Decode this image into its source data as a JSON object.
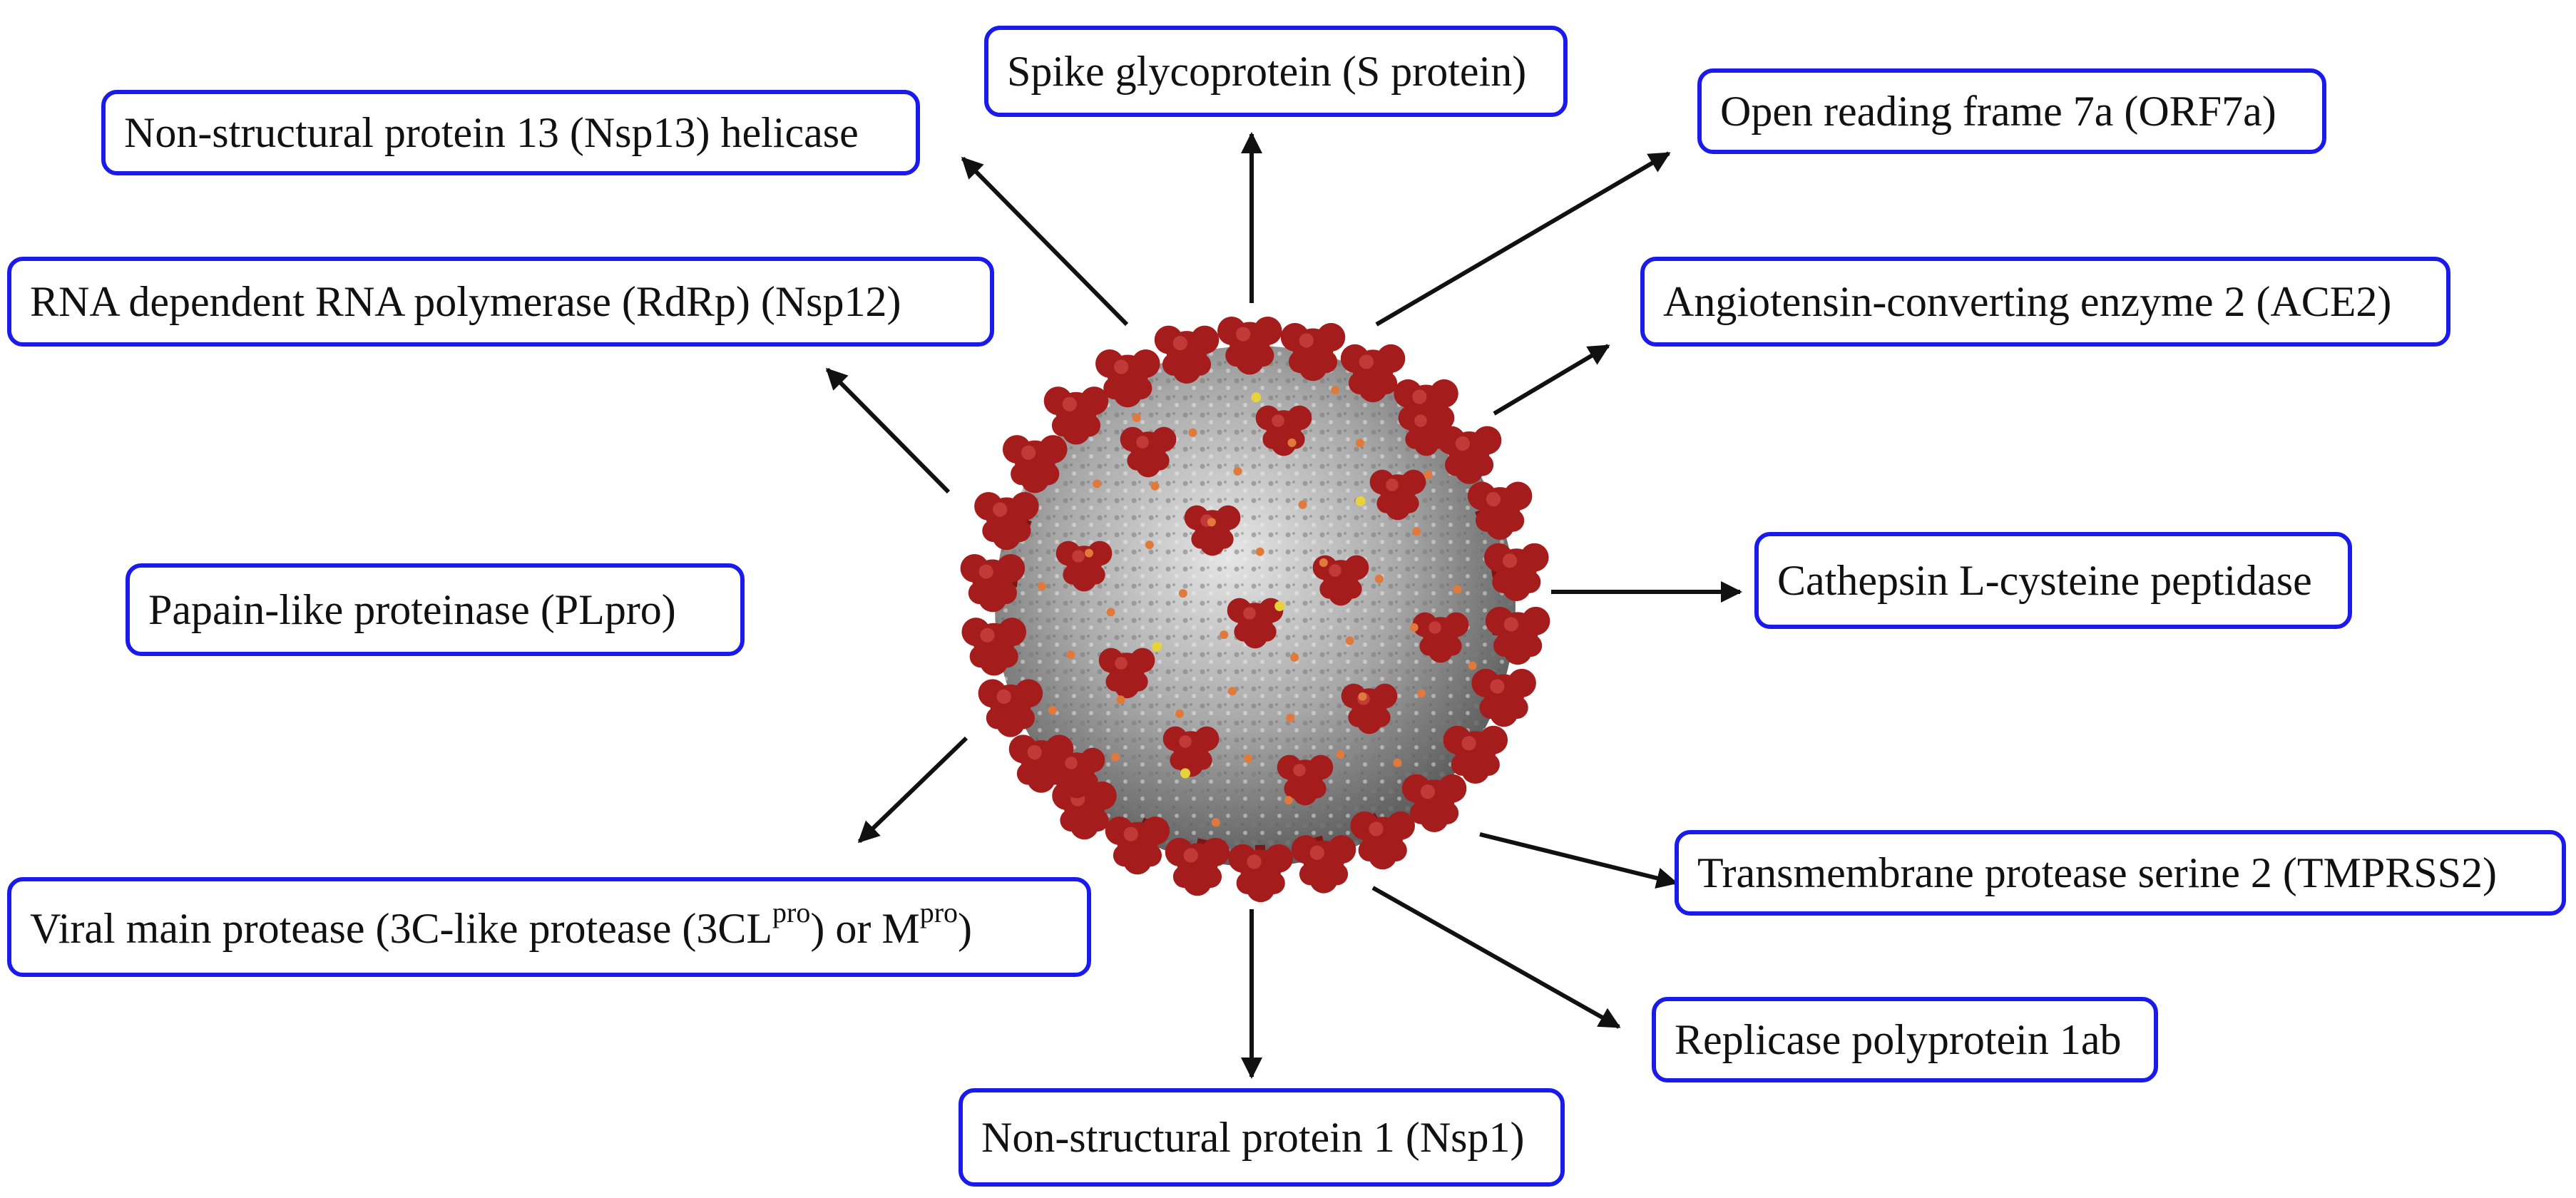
{
  "labels": {
    "spike": "Spike glycoprotein (S protein)",
    "nsp13": "Non-structural protein 13 (Nsp13) helicase",
    "orf7a": "Open reading frame 7a (ORF7a)",
    "rdrp": "RNA dependent RNA polymerase (RdRp) (Nsp12)",
    "ace2": "Angiotensin-converting enzyme 2 (ACE2)",
    "plpro": "Papain-like proteinase (PLpro)",
    "cathepsin": "Cathepsin L-cysteine peptidase",
    "tmprss2": "Transmembrane protease serine 2 (TMPRSS2)",
    "mpro_text": "Viral main protease (3C-like protease (3CL",
    "mpro_sup1": "pro",
    "mpro_mid": ") or M",
    "mpro_sup2": "pro",
    "mpro_end": ")",
    "replicase": "Replicase polyprotein 1ab",
    "nsp1": "Non-structural protein 1 (Nsp1)"
  },
  "colors": {
    "box_border": "#1a1aeb",
    "arrow": "#111111",
    "virus_spike": "#a41c1c",
    "virus_body": "#9a9a9a"
  }
}
